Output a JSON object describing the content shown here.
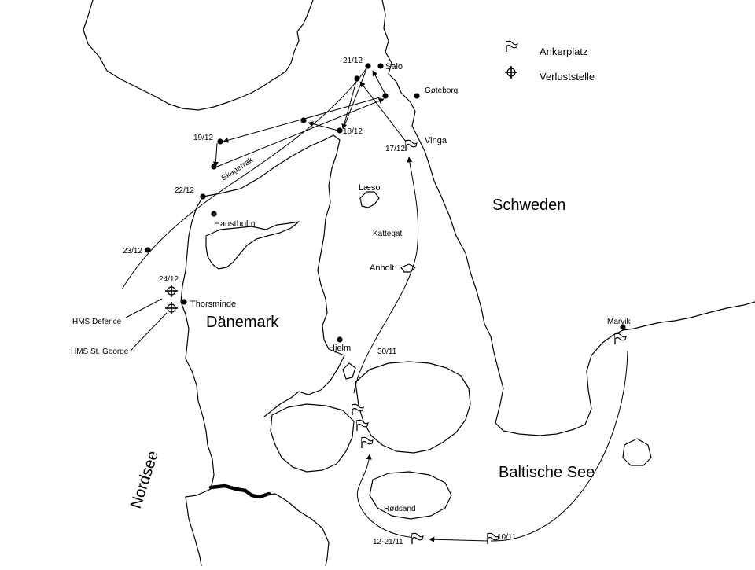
{
  "legend": {
    "anchorage": "Ankerplatz",
    "loss_site": "Verluststelle"
  },
  "regions": {
    "sweden": "Schweden",
    "denmark": "Dänemark",
    "baltic": "Baltische See",
    "north_sea": "Nordsee",
    "skagerrak": "Skagerrak",
    "kattegat": "Kattegat"
  },
  "places": {
    "salo": "Salo",
    "goteborg": "Gøteborg",
    "vinga": "Vinga",
    "laeso": "Læso",
    "anholt": "Anholt",
    "hanstholm": "Hanstholm",
    "thorsminde": "Thorsminde",
    "hjelm": "Hjelm",
    "marvik": "Marvik",
    "rodsand": "Rødsand"
  },
  "dates": {
    "d21_12": "21/12",
    "d19_12": "19/12",
    "d18_12": "18/12",
    "d17_12": "17/12",
    "d22_12": "22/12",
    "d23_12": "23/12",
    "d24_12": "24/12",
    "d30_11": "30/11",
    "d10_11": "10/11",
    "d12_21_11": "12-21/11"
  },
  "wrecks": {
    "defence": "HMS Defence",
    "st_george": "HMS St. George"
  },
  "colors": {
    "ink": "#000000",
    "paper": "#ffffff"
  },
  "icons": {
    "anchorage": "flag-icon",
    "loss_site": "crosshair-icon",
    "place": "dot-icon"
  }
}
